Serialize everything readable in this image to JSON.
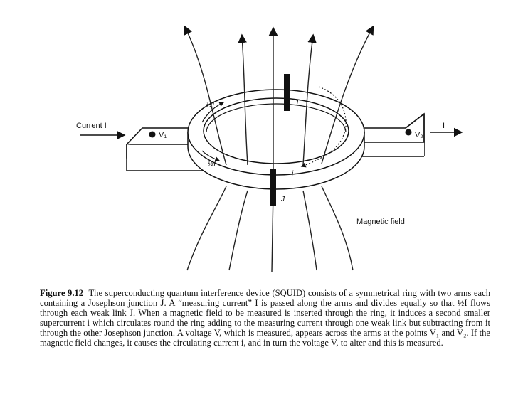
{
  "header_fragment": "",
  "labels": {
    "current_in": "Current I",
    "current_out": "I",
    "v1": "V₁",
    "v2": "V₂",
    "half_i_top": "½I",
    "half_i_bottom": "½I",
    "junction_top": "J",
    "junction_bottom": "J",
    "circulating_current": "i",
    "magnetic_field": "Magnetic field"
  },
  "caption": {
    "figure_label": "Figure 9.12",
    "text": "The superconducting quantum interference device (SQUID) consists of a symmetrical ring with two arms each containing a Josephson junction J. A “measuring current” I is passed along the arms and divides equally so that ½I flows through each weak link J. When a magnetic field to be measured is inserted through the ring, it induces a second smaller supercurrent i which circulates round the ring adding to the measuring current through one weak link but subtracting from it through the other Josephson junction. A voltage V, which is measured, appears across the arms at the points V₁ and V₂. If the magnetic field changes, it causes the circulating current i, and in turn the voltage V, to alter and this is measured."
  }
}
